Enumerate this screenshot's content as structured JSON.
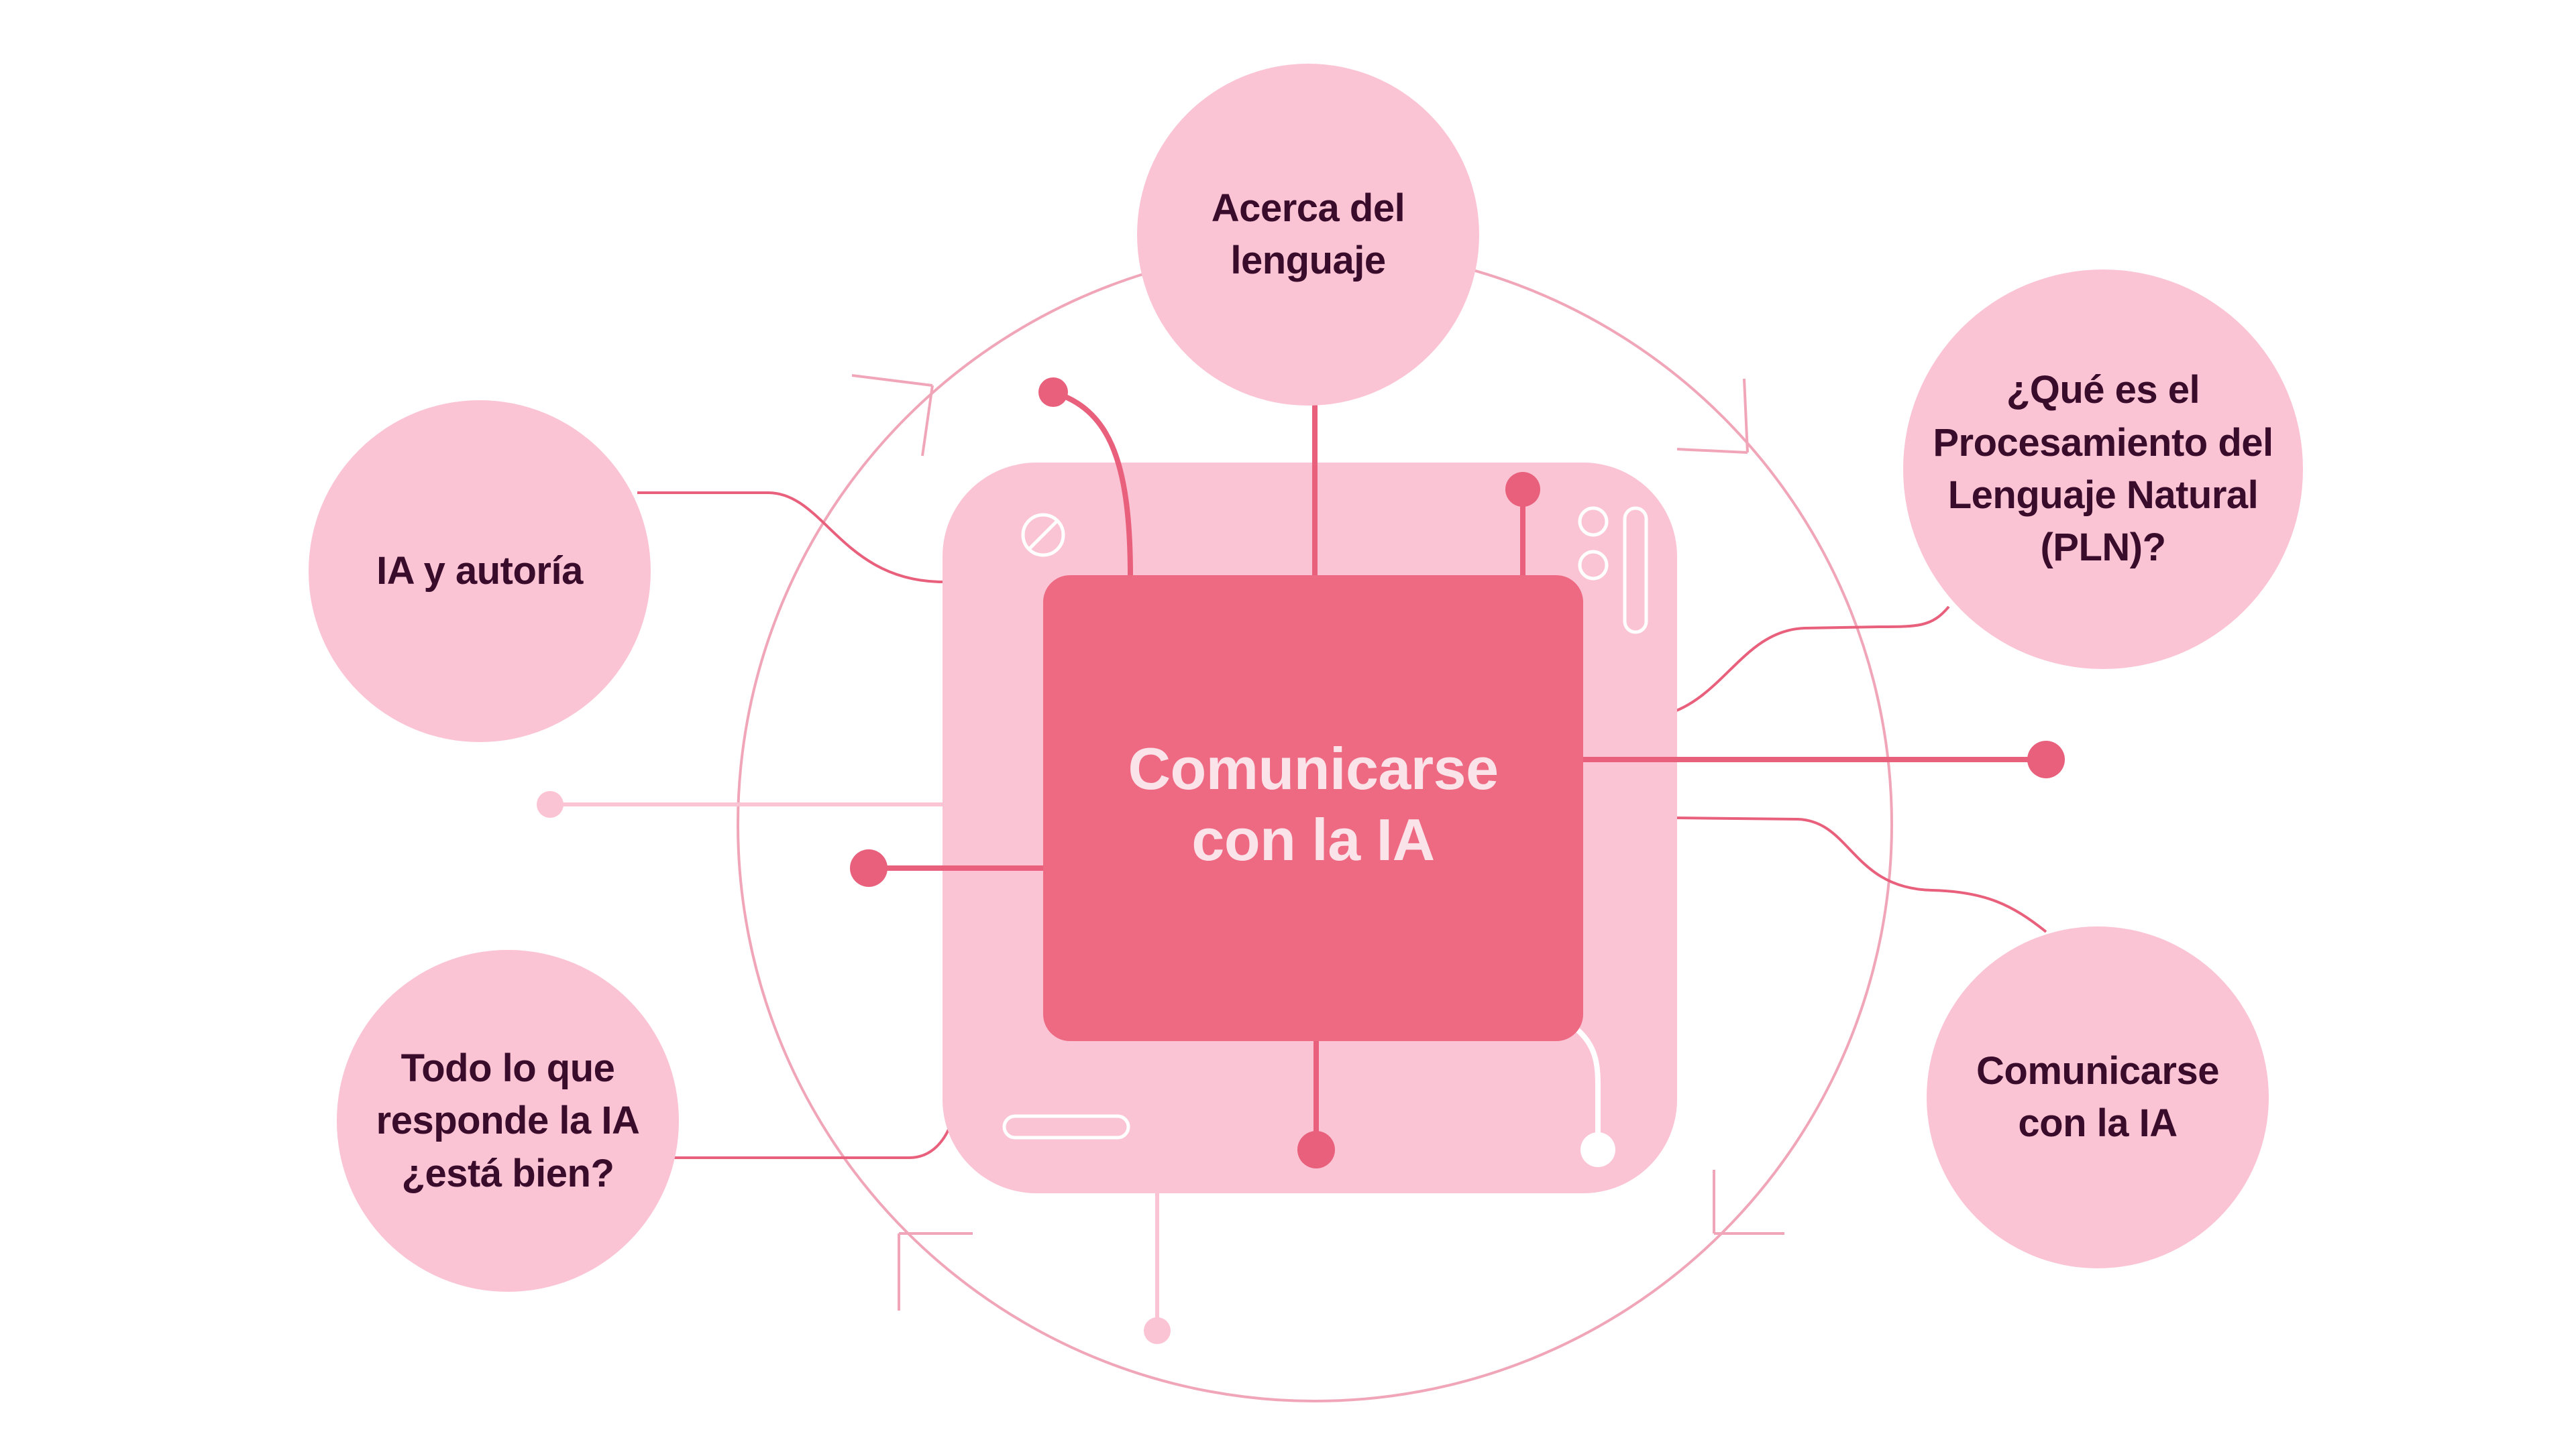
{
  "colors": {
    "circle_fill": "#fbc4d4",
    "chip_outer": "#fbc4d4",
    "chip_core": "#ee6a83",
    "line": "#e8607c",
    "ring": "#f0a6b8",
    "label_text": "#3a0c2c",
    "center_text": "#fbe3ea"
  },
  "center": {
    "title": "Comunicarse\ncon la IA"
  },
  "nodes": [
    {
      "id": "acerca",
      "label": "Acerca del\nlenguaje"
    },
    {
      "id": "pln",
      "label": "¿Qué es el\nProcesamiento del\nLenguaje Natural\n(PLN)?"
    },
    {
      "id": "autoria",
      "label": "IA y autoría"
    },
    {
      "id": "todo",
      "label": "Todo lo que\nresponde la IA\n¿está bien?"
    },
    {
      "id": "comunicarse",
      "label": "Comunicarse\ncon la IA"
    }
  ],
  "icons": [
    "prohibited-icon",
    "toggle-circles-icon",
    "slider-track-icon",
    "pill-bar-icon"
  ]
}
